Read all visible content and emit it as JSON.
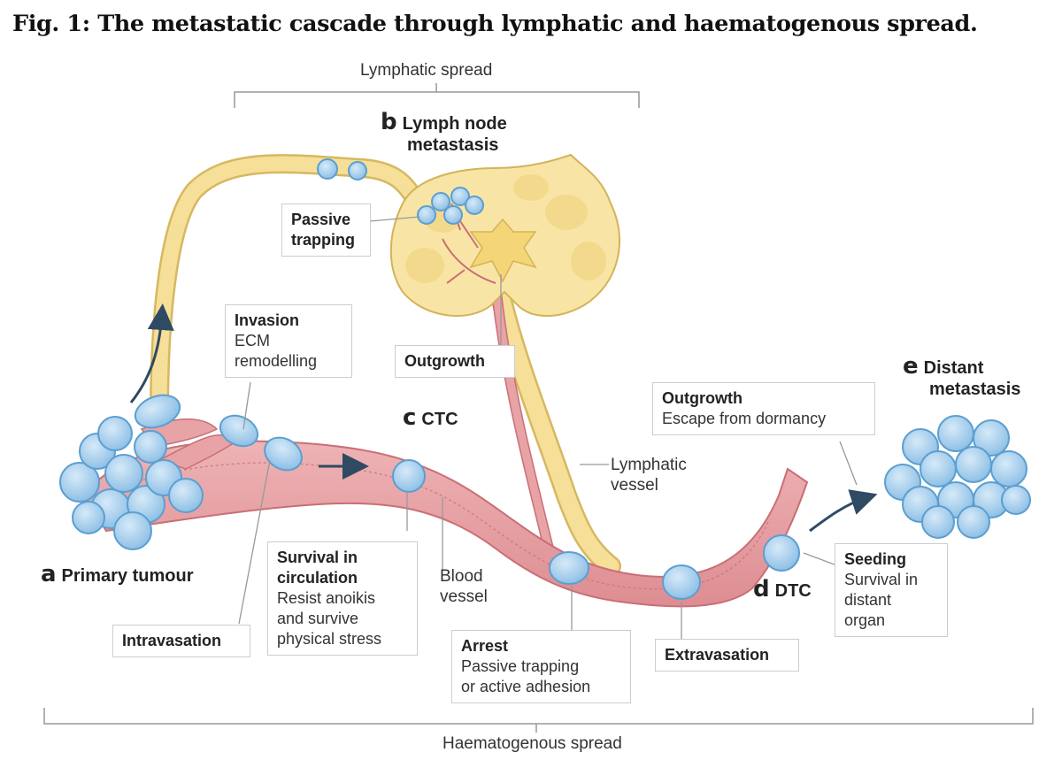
{
  "figure": {
    "title": "Fig. 1: The metastatic cascade through lymphatic and haematogenous spread."
  },
  "spread": {
    "lymphatic": "Lymphatic spread",
    "haematogenous": "Haematogenous spread"
  },
  "stages": {
    "a": {
      "letter": "a",
      "label": "Primary tumour"
    },
    "b": {
      "letter": "b",
      "label_line1": "Lymph node",
      "label_line2": "metastasis"
    },
    "c": {
      "letter": "c",
      "label": "CTC"
    },
    "d": {
      "letter": "d",
      "label": "DTC"
    },
    "e": {
      "letter": "e",
      "label_line1": "Distant",
      "label_line2": "metastasis"
    }
  },
  "boxes": {
    "passive_trapping": {
      "line1": "Passive",
      "line2": "trapping"
    },
    "invasion": {
      "title": "Invasion",
      "line1": "ECM",
      "line2": "remodelling"
    },
    "outgrowth_ln": {
      "title": "Outgrowth"
    },
    "outgrowth_distant": {
      "title": "Outgrowth",
      "subtitle": "Escape from dormancy"
    },
    "intravasation": {
      "title": "Intravasation"
    },
    "survival": {
      "title1": "Survival in",
      "title2": "circulation",
      "line1": "Resist anoikis",
      "line2": "and survive",
      "line3": "physical stress"
    },
    "arrest": {
      "title": "Arrest",
      "line1": "Passive trapping",
      "line2": "or active adhesion"
    },
    "extravasation": {
      "title": "Extravasation"
    },
    "seeding": {
      "title": "Seeding",
      "line1": "Survival in",
      "line2": "distant",
      "line3": "organ"
    }
  },
  "labels": {
    "lymphatic_vessel_1": "Lymphatic",
    "lymphatic_vessel_2": "vessel",
    "blood_vessel_1": "Blood",
    "blood_vessel_2": "vessel"
  },
  "colors": {
    "cell_fill": "#a9d0ec",
    "cell_stroke": "#5b9fd0",
    "blood_vessel": "#e8a3a6",
    "lymph": "#f6df98",
    "arrow": "#2f4a63"
  }
}
